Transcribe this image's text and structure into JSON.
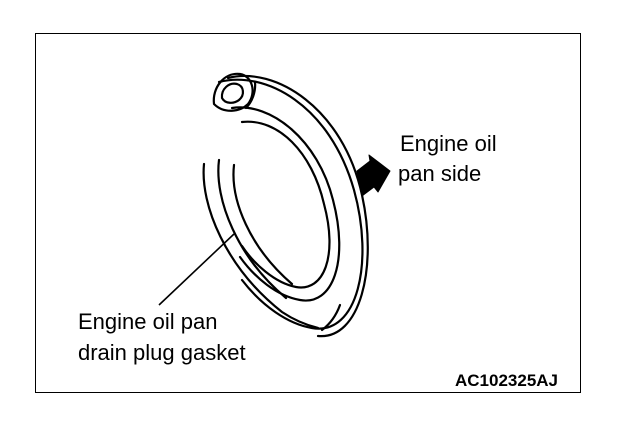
{
  "diagram": {
    "callout_pan_side": {
      "line1": "Engine oil",
      "line2": "pan side"
    },
    "callout_gasket": {
      "line1": "Engine oil pan",
      "line2": "drain plug gasket"
    },
    "figure_code": "AC102325AJ"
  }
}
